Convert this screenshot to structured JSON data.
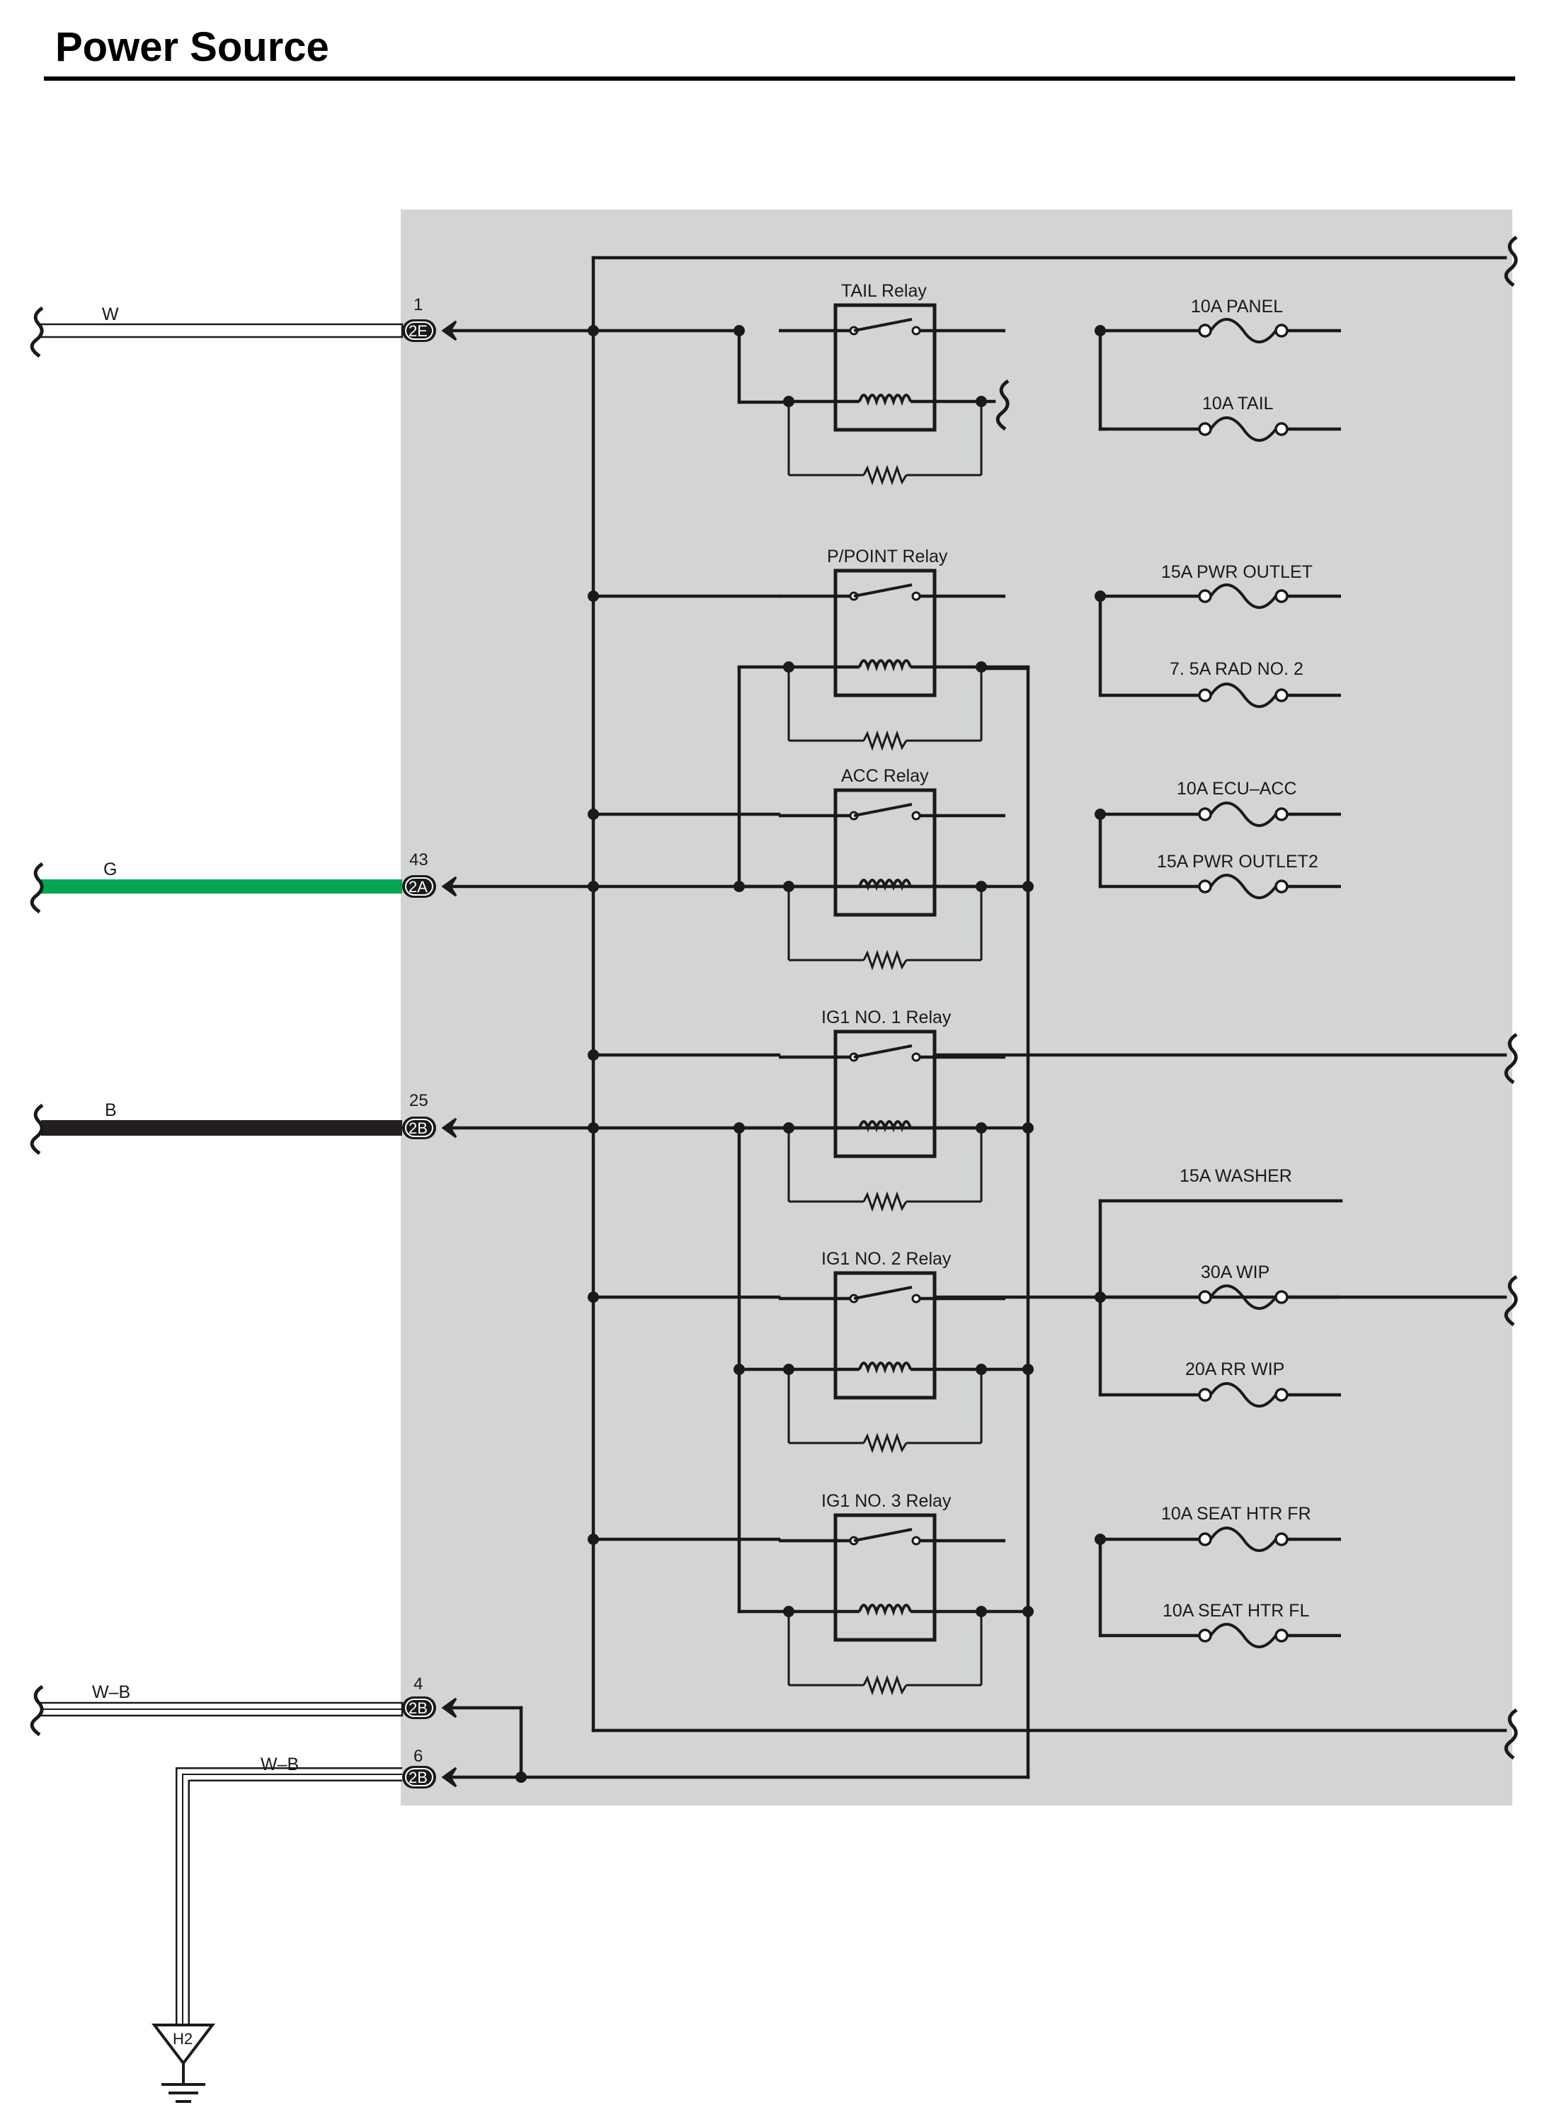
{
  "title": "Power Source",
  "colors": {
    "junction_block_fill": "#d3d4d6",
    "wire": "#1a1a1a",
    "green_wire": "#00a651",
    "black_wire": "#231f20",
    "white_wire": "#ffffff"
  },
  "inputs": [
    {
      "wire_color": "W",
      "pin": "1",
      "connector": "2E"
    },
    {
      "wire_color": "G",
      "pin": "43",
      "connector": "2A"
    },
    {
      "wire_color": "B",
      "pin": "25",
      "connector": "2B"
    },
    {
      "wire_color": "W–B",
      "pin": "4",
      "connector": "2B"
    },
    {
      "wire_color": "W–B",
      "pin": "6",
      "connector": "2B"
    }
  ],
  "relays": [
    {
      "label": "TAIL Relay"
    },
    {
      "label": "P/POINT Relay"
    },
    {
      "label": "ACC Relay"
    },
    {
      "label": "IG1 NO. 1 Relay"
    },
    {
      "label": "IG1 NO. 2 Relay"
    },
    {
      "label": "IG1 NO. 3 Relay"
    }
  ],
  "fuses": [
    {
      "label": "10A PANEL"
    },
    {
      "label": "10A TAIL"
    },
    {
      "label": "15A PWR OUTLET"
    },
    {
      "label": "7. 5A RAD NO. 2"
    },
    {
      "label": "10A ECU–ACC"
    },
    {
      "label": "15A PWR OUTLET2"
    },
    {
      "label": "15A WASHER"
    },
    {
      "label": "30A WIP"
    },
    {
      "label": "20A RR WIP"
    },
    {
      "label": "10A SEAT HTR FR"
    },
    {
      "label": "10A SEAT HTR FL"
    }
  ],
  "ground": {
    "label": "H2"
  }
}
